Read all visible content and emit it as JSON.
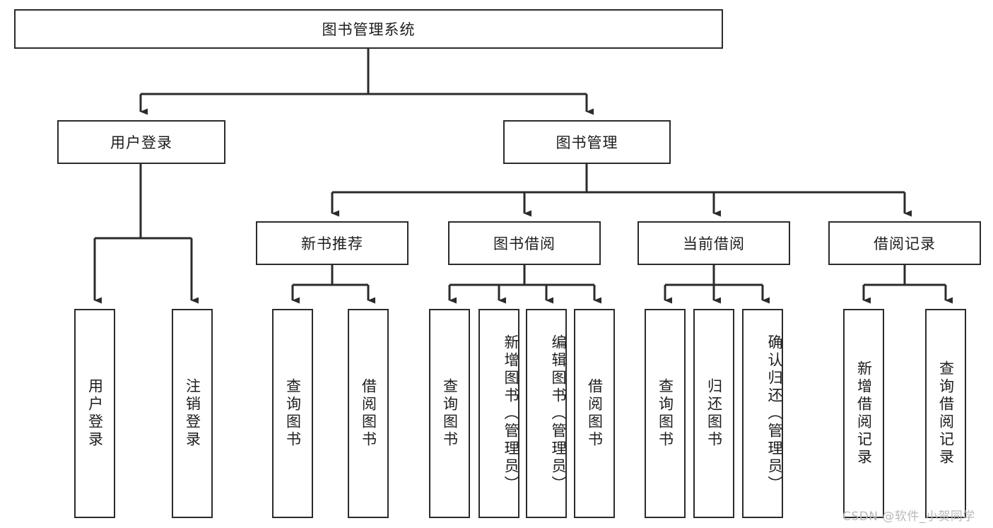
{
  "diagram": {
    "title": "图书管理系统",
    "type": "tree-hierarchy-chart",
    "root": {
      "label": "图书管理系统"
    },
    "level2": [
      {
        "label": "用户登录"
      },
      {
        "label": "图书管理"
      }
    ],
    "level3": [
      {
        "label": "新书推荐"
      },
      {
        "label": "图书借阅"
      },
      {
        "label": "当前借阅"
      },
      {
        "label": "借阅记录"
      }
    ],
    "leaves": {
      "user_login": [
        {
          "label": "用户登录"
        },
        {
          "label": "注销登录"
        }
      ],
      "new_book_recommend": [
        {
          "label": "查询图书"
        },
        {
          "label": "借阅图书"
        }
      ],
      "book_borrow": [
        {
          "label": "查询图书"
        },
        {
          "label": "新增图书（管理员）"
        },
        {
          "label": "编辑图书（管理员）"
        },
        {
          "label": "借阅图书"
        }
      ],
      "current_borrow": [
        {
          "label": "查询图书"
        },
        {
          "label": "归还图书"
        },
        {
          "label": "确认归还（管理员）"
        }
      ],
      "borrow_record": [
        {
          "label": "新增借阅记录"
        },
        {
          "label": "查询借阅记录"
        }
      ]
    },
    "watermark": "CSDN @软件_小贺同学",
    "colors": {
      "stroke": "#2b2b2b",
      "background": "#ffffff",
      "text": "#1d1d1d",
      "watermark": "#b9b9b9"
    }
  }
}
